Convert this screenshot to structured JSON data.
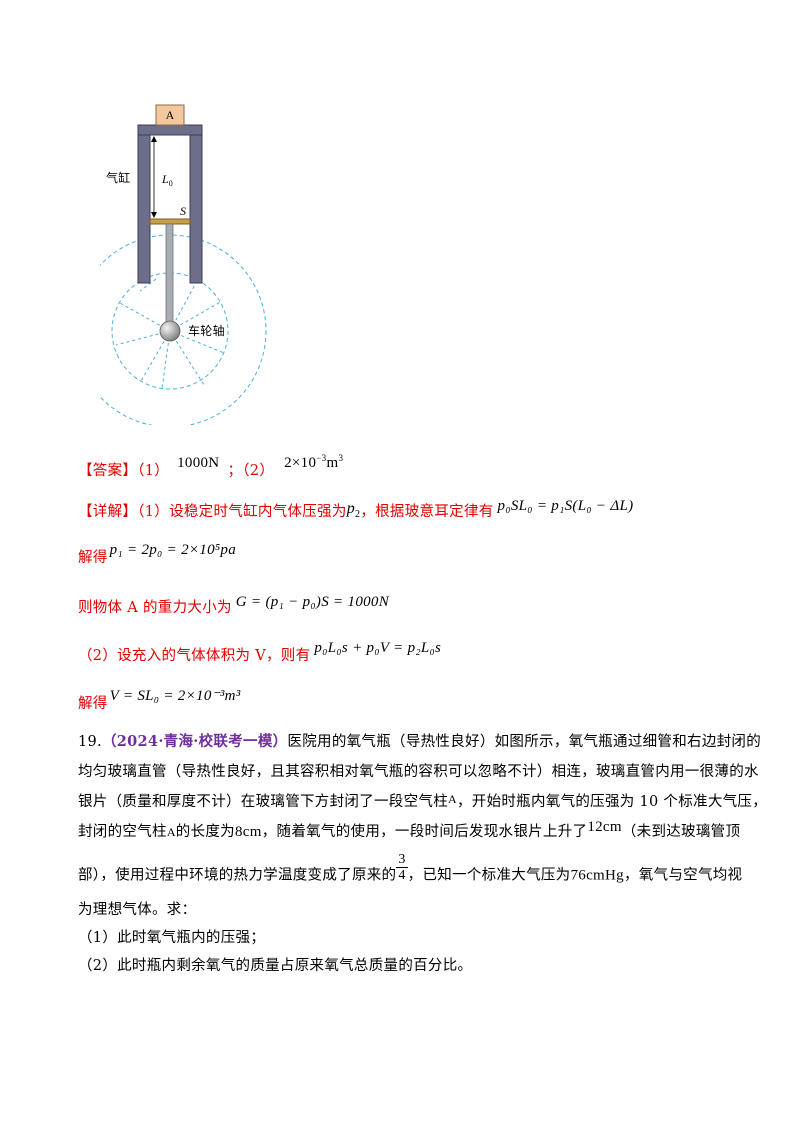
{
  "figure": {
    "block_label": "A",
    "cylinder_label": "气缸",
    "length_label": "L",
    "length_sub": "0",
    "piston_label": "S",
    "axle_label": "车轮轴"
  },
  "answer": {
    "tag": "【答案】",
    "p1": "（1）",
    "v1": "1000N",
    "sep": "；（2）",
    "v2": "2×10",
    "v2_exp": "−3",
    "v2_unit": "m",
    "v2_unit_exp": "3"
  },
  "detail": {
    "tag": "【详解】",
    "intro": "（1）设稳定时气缸内气体压强为",
    "var": "p",
    "var_sub": "2",
    "mid": "，根据玻意耳定律有",
    "eq1": "p₀SL₀ = p₁S(L₀ − ΔL)",
    "solve_label": "解得",
    "eq2": "p₁ = 2p₀ = 2×10⁵pa",
    "weight_text": "则物体 A 的重力大小为",
    "eq3": "G = (p₁ − p₀)S = 1000N",
    "part2_text": "（2）设充入的气体体积为 V，则有",
    "eq4": "p₀L₀s + p₀V = p₂L₀s",
    "solve_label2": "解得",
    "eq5": "V = SL₀ = 2×10⁻³m³"
  },
  "question": {
    "number": "19.",
    "source": "（2024·青海·校联考一模）",
    "line1": "医院用的氧气瓶（导热性良好）如图所示，氧气瓶通过细管和右边封闭的",
    "line2": "均匀玻璃直管（导热性良好，且其容积相对氧气瓶的容积可以忽略不计）相连，玻璃直管内用一很薄的水",
    "line3a": "银片（质量和厚度不计）在玻璃管下方封闭了一段空气柱",
    "line3_var": "A",
    "line3b": "，开始时瓶内氧气的压强为 10 个标准大气压，",
    "line4a": "封闭的空气柱",
    "line4_var": "A",
    "line4b": "的长度为",
    "line4_val": "8cm",
    "line4c": "，随着氧气的使用，一段时间后发现水银片上升了",
    "line4_val2": "12cm",
    "line4d": "（未到达玻璃管顶",
    "line5a": "部），使用过程中环境的热力学温度变成了原来的",
    "frac_num": "3",
    "frac_den": "4",
    "line5b": "，已知一个标准大气压为",
    "line5_val": "76cmHg",
    "line5c": "，氧气与空气均视",
    "line6": "为理想气体。求：",
    "sub1": "（1）此时氧气瓶内的压强；",
    "sub2": "（2）此时瓶内剩余氧气的质量占原来氧气总质量的百分比。"
  }
}
